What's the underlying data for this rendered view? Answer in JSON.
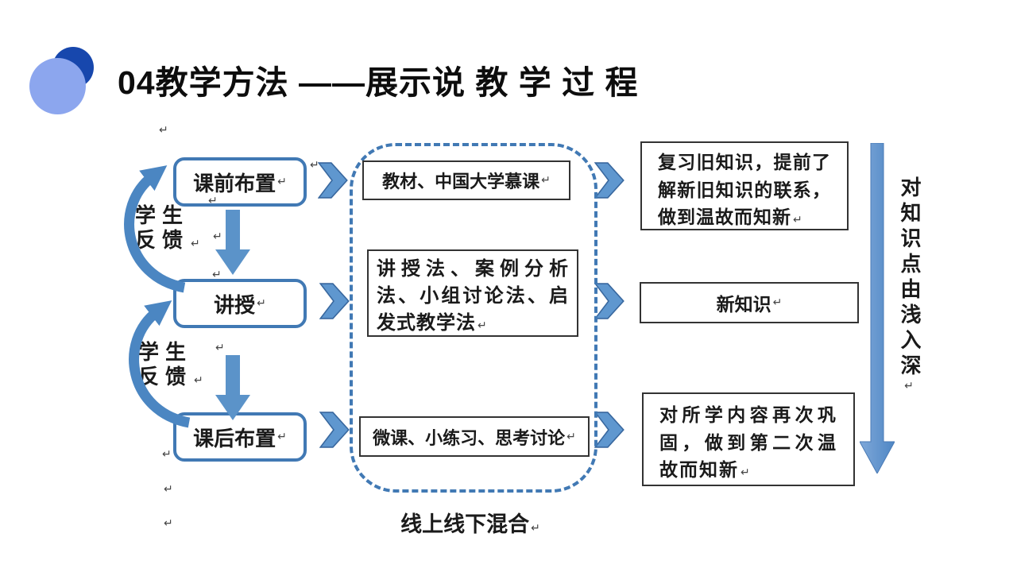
{
  "slide": {
    "title": "04教学方法 ——展示说 教 学 过 程"
  },
  "colors": {
    "accent_blue": "#4179b4",
    "arrow_fill_blue": "#5b93c9",
    "circle_dark": "#1747ad",
    "circle_light": "#8ca6ee",
    "box_border_dark": "#333333",
    "text": "#1a1a1a"
  },
  "diagram": {
    "stages": [
      {
        "label": "课前布置"
      },
      {
        "label": "讲授"
      },
      {
        "label": "课后布置"
      }
    ],
    "feedback": {
      "line1": "学生",
      "line2": "反馈"
    },
    "methods": [
      {
        "text": "教材、中国大学慕课"
      },
      {
        "text": "讲授法、案例分析法、小组讨论法、启发式教学法"
      },
      {
        "text": "微课、小练习、思考讨论"
      }
    ],
    "container_caption": "线上线下混合",
    "outcomes": [
      {
        "text": "复习旧知识，提前了解新旧知识的联系，做到温故而知新"
      },
      {
        "text": "新知识"
      },
      {
        "text": "对所学内容再次巩固，做到第二次温故而知新"
      }
    ],
    "depth_axis_label": "对知识点由浅入深"
  },
  "marks": {
    "paragraph_return": "↵"
  }
}
